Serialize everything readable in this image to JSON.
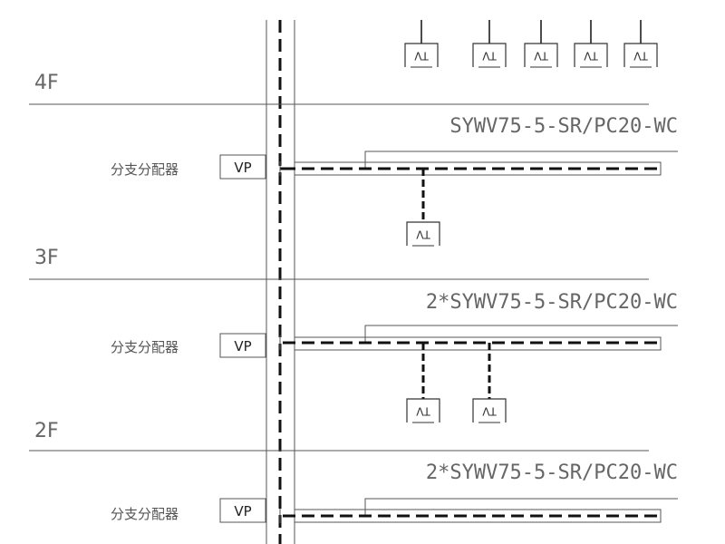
{
  "diagram": {
    "floors": [
      {
        "id": "4f",
        "label": "4F"
      },
      {
        "id": "3f",
        "label": "3F"
      },
      {
        "id": "2f",
        "label": "2F"
      }
    ],
    "levels": [
      {
        "id": "upper",
        "device_label": "分支分配器",
        "vp_label": "VP",
        "cable_label": "SYWV75-5-SR/PC20-WC"
      },
      {
        "id": "middle",
        "device_label": "分支分配器",
        "vp_label": "VP",
        "cable_label": "2*SYWV75-5-SR/PC20-WC"
      },
      {
        "id": "lower",
        "device_label": "分支分配器",
        "vp_label": "VP",
        "cable_label": "2*SYWV75-5-SR/PC20-WC"
      }
    ],
    "tv_outlet_label": "TV",
    "top_outlet_count": 5,
    "upper_outlet_count": 1,
    "middle_outlet_count": 2
  }
}
